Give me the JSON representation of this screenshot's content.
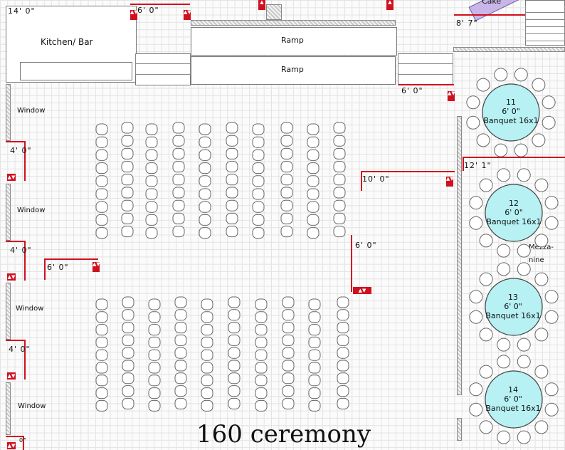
{
  "plan": {
    "title": "160 ceremony",
    "kitchen_label": "Kitchen/ Bar",
    "ramp_labels": [
      "Ramp",
      "Ramp"
    ],
    "window_labels": [
      "Window",
      "Window",
      "Window",
      "Window"
    ],
    "cake_label": "Cake",
    "mezzanine_label": [
      "Mezza-",
      "nine"
    ],
    "dimensions": {
      "kitchen_width": "14' 0\"",
      "door_top": "6' 0\"",
      "cake_dim": "8' 7\"",
      "right_wall_a": "6' 0\"",
      "right_wall_b": "12' 1\"",
      "left_wall_1": "4' 0\"",
      "left_wall_2": "4' 0\"",
      "left_wall_3": "4' 0\"",
      "left_wall_4": "0\"",
      "center_6ft": "6' 0\"",
      "mid_10ft": "10' 0\"",
      "mid_6ft": "6' 0\""
    },
    "tables": [
      {
        "number": "11",
        "size": "6' 0\"",
        "type": "Banquet 16x1"
      },
      {
        "number": "12",
        "size": "6' 0\"",
        "type": "Banquet 16x1"
      },
      {
        "number": "13",
        "size": "6' 0\"",
        "type": "Banquet 16x1"
      },
      {
        "number": "14",
        "size": "6' 0\"",
        "type": "Banquet 16x1"
      }
    ],
    "colors": {
      "wall_marker": "#d0101f",
      "table_fill": "#b7f1f4",
      "cake_fill": "#c9b6e8"
    }
  }
}
